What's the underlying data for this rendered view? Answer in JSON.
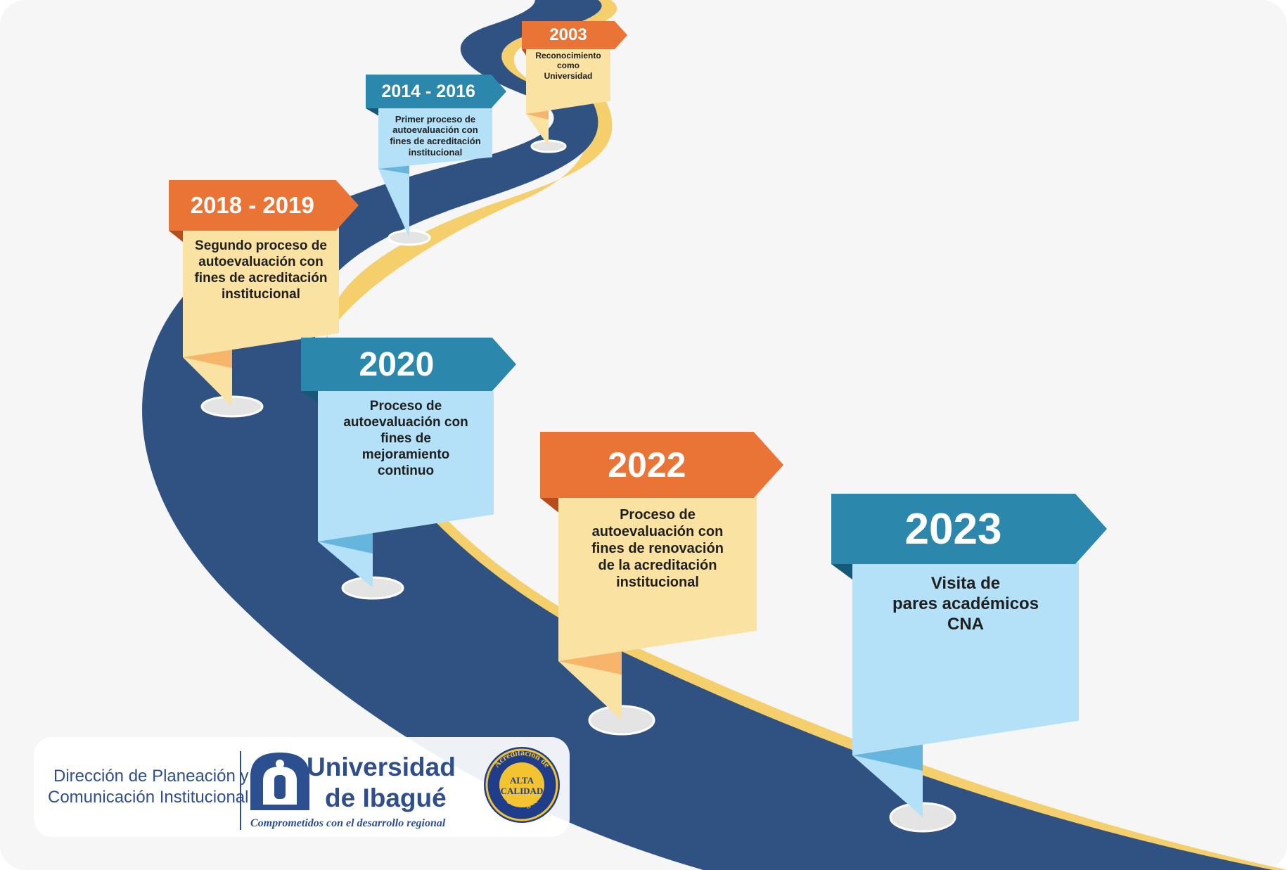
{
  "colors": {
    "road": "#2f5282",
    "road_edge": "#f4cf6c",
    "orange_tab": "#ea7336",
    "orange_tab_dark": "#b94c1b",
    "yellow_body": "#fae3a2",
    "yellow_fold": "#f6b56b",
    "teal_tab": "#2c87ad",
    "teal_tab_dark": "#16587a",
    "blue_body": "#b4e1f7",
    "blue_fold": "#66b5df",
    "brand_blue": "#2b4f8f",
    "seal_blue": "#1f3d8a",
    "seal_gold": "#f4c430"
  },
  "milestones": [
    {
      "year": "2003",
      "text": "Reconocimiento\ncomo\nUniversidad"
    },
    {
      "year": "2014 - 2016",
      "text": "Primer proceso de\nautoevaluación con\nfines de acreditación\ninstitucional"
    },
    {
      "year": "2018 - 2019",
      "text": "Segundo proceso de\nautoevaluación con\nfines de acreditación\ninstitucional"
    },
    {
      "year": "2020",
      "text": "Proceso de\nautoevaluación con\nfines de\nmejoramiento\ncontinuo"
    },
    {
      "year": "2022",
      "text": "Proceso de\nautoevaluación con\nfines de renovación\nde la acreditación\ninstitucional"
    },
    {
      "year": "2023",
      "text": "Visita de\npares académicos\nCNA"
    }
  ],
  "footer": {
    "office_line1": "Dirección de Planeación y",
    "office_line2": "Comunicación Institucional",
    "university_line1": "Universidad",
    "university_line2": "de Ibagué",
    "tagline": "Comprometidos con el desarrollo regional",
    "seal_top": "Acreditación de",
    "seal_center_1": "ALTA",
    "seal_center_2": "CALIDAD",
    "seal_bottom": "Unibagué"
  }
}
